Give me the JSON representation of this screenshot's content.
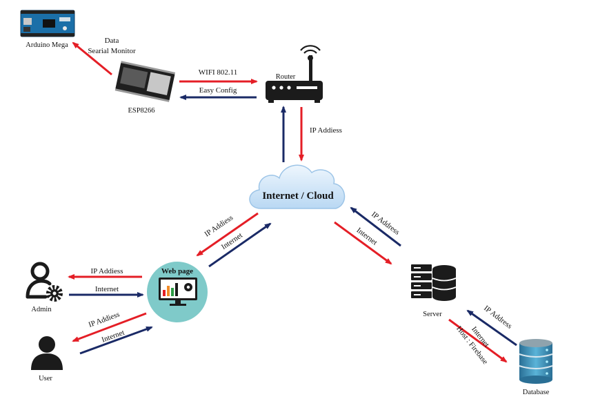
{
  "colors": {
    "red": "#e41e26",
    "navy": "#1a2a66",
    "cloud": "#cfe4f8",
    "web_circle": "#7fcac9",
    "icon_dark": "#1b1b1b"
  },
  "nodes": {
    "arduino": {
      "label": "Arduino Mega",
      "icon": "arduino-board-icon"
    },
    "esp": {
      "label": "ESP8266",
      "icon": "esp8266-module-icon"
    },
    "router": {
      "label": "Router",
      "icon": "router-icon"
    },
    "cloud": {
      "label": "Internet / Cloud",
      "icon": "cloud-icon"
    },
    "webpage": {
      "label": "Web page",
      "icon": "monitor-dashboard-icon"
    },
    "admin": {
      "label": "Admin",
      "icon": "admin-user-gear-icon"
    },
    "user": {
      "label": "User",
      "icon": "user-icon"
    },
    "server": {
      "label": "Server",
      "icon": "server-icon"
    },
    "database": {
      "label": "Database",
      "icon": "database-icon"
    }
  },
  "edge_labels": {
    "esp_arduino_1": "Data",
    "esp_arduino_2": "Searial Monitor",
    "esp_router_wifi": "WIFI 802.11",
    "router_esp_config": "Easy Config",
    "router_cloud_ip": "IP Addiess",
    "cloud_web_ip": "IP Addiess",
    "web_cloud_internet": "Internet",
    "web_admin_ip": "IP Addiess",
    "admin_web_internet": "Internet",
    "web_user_ip": "IP Addiess",
    "user_web_internet": "Internet",
    "server_cloud_ip": "IP Address",
    "cloud_server_internet": "Internet",
    "db_server_ip": "IP Address",
    "server_db_internet": "Internet",
    "server_db_host": "Host : Firebase"
  }
}
